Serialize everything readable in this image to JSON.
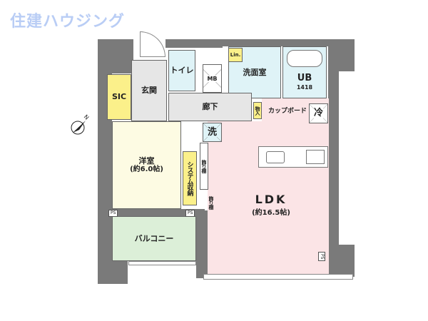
{
  "logo": "住建ハウジング",
  "compass": "N",
  "rooms": {
    "sic": "SIC",
    "entrance": "玄関",
    "toilet": "トイレ",
    "mb": "MB",
    "washroom": "洗面室",
    "linen": "Lin.",
    "ub": "UB",
    "ub_size": "1418",
    "hallway": "廊下",
    "storage": "物入",
    "cupboard": "カップボード",
    "fridge": "冷",
    "laundry": "洗",
    "western_room": "洋室",
    "western_size": "(約6.0帖)",
    "system_storage": "システム収納",
    "display_shelf_1": "飾り棚",
    "display_shelf_2": "飾り棚",
    "ldk": "LDK",
    "ldk_size": "(約16.5帖)",
    "balcony": "バルコニー",
    "ps_labels": [
      "PS",
      "PS",
      "PS"
    ]
  },
  "colors": {
    "wall": "#7a7a7a",
    "wet": "#dff3f7",
    "storage": "#fbf08a",
    "western": "#fdfbe3",
    "ldk": "#fbe4e6",
    "balcony": "#dcefd8",
    "floor": "#e6e6e6",
    "logo": "#b9cdf5"
  }
}
